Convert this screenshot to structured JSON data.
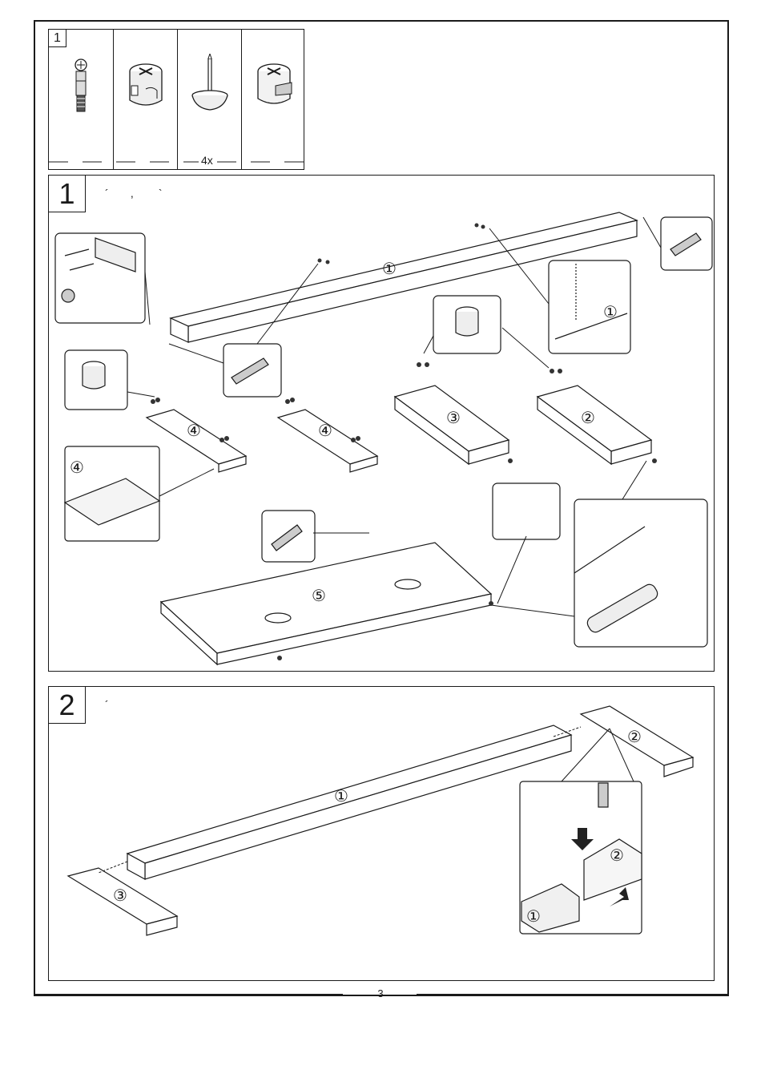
{
  "parts_box": {
    "index": "1",
    "quantity_label": "4x",
    "parts": [
      {
        "icon": "screw-bolt-icon"
      },
      {
        "icon": "cam-lock-icon"
      },
      {
        "icon": "nail-glide-icon"
      },
      {
        "icon": "cam-lock-open-icon"
      }
    ]
  },
  "step1": {
    "number": "1",
    "marks": "´       ,        `",
    "labels": {
      "beam": "①",
      "side_right": "②",
      "side_left": "③",
      "brace": "④",
      "brace_detail": "④",
      "panel": "⑤",
      "beam_detail": "①"
    }
  },
  "step2": {
    "number": "2",
    "marks": "´",
    "labels": {
      "beam": "①",
      "side_right": "②",
      "side_left": "③",
      "detail_side": "②",
      "detail_beam": "①"
    }
  },
  "footer": {
    "page_number": "3"
  }
}
